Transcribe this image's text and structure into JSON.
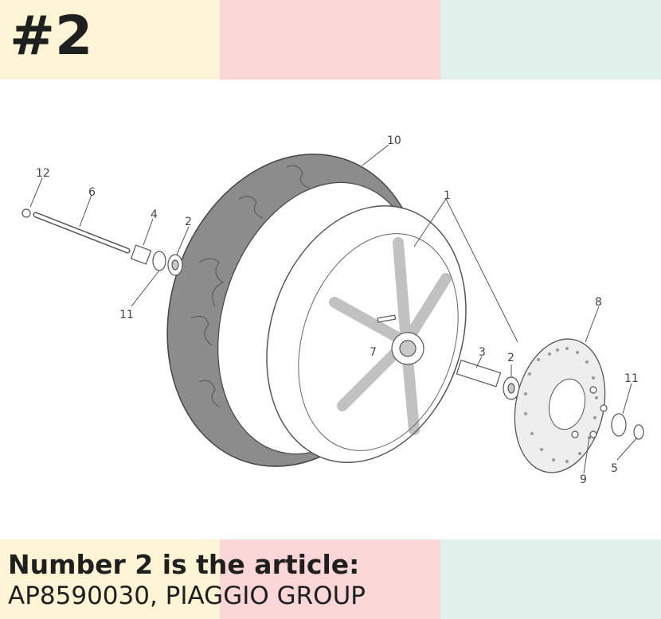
{
  "header": {
    "title": "#2"
  },
  "colors": {
    "band_yellow": "#fdf3d5",
    "band_pink": "#fad6d6",
    "band_mint": "#e1f2ec",
    "tire_gray": "#8c8c8c",
    "line": "#555555"
  },
  "diagram": {
    "callouts": [
      "10",
      "12",
      "6",
      "4",
      "2",
      "1",
      "11",
      "7",
      "3",
      "2",
      "8",
      "11",
      "5",
      "9"
    ]
  },
  "caption": {
    "line1": "Number 2 is the article:",
    "line2": "AP8590030, PIAGGIO GROUP"
  }
}
